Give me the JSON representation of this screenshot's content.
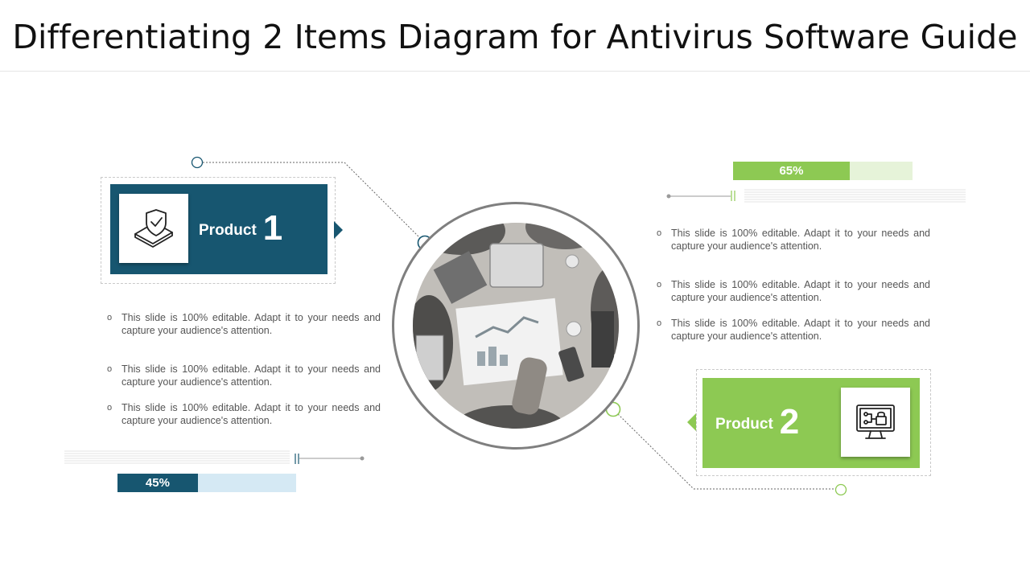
{
  "title": "Differentiating 2 Items Diagram for Antivirus Software Guide",
  "product1": {
    "label": "Product",
    "number": "1",
    "icon": "shield-device-icon",
    "color": "#175670",
    "progress": {
      "value": 45,
      "label": "45%"
    },
    "bullets": [
      "This slide is 100% editable. Adapt it to your needs and capture your audience's attention.",
      "This slide is 100% editable. Adapt it to your needs and capture your audience's attention.",
      "This slide is 100% editable. Adapt it to your needs and capture your audience's attention."
    ]
  },
  "product2": {
    "label": "Product",
    "number": "2",
    "icon": "monitor-lock-icon",
    "color": "#8dc953",
    "progress": {
      "value": 65,
      "label": "65%"
    },
    "bullets": [
      "This slide is 100% editable. Adapt it to your needs and capture your audience's attention.",
      "This slide is 100% editable. Adapt it to your needs and capture your audience's attention.",
      "This slide is 100% editable. Adapt it to your needs and capture your audience's attention."
    ]
  },
  "center_image": {
    "subject": "team-meeting-desk-photo"
  },
  "colors": {
    "track_blue": "#d5e9f4",
    "track_green": "#e6f3d9",
    "circle_stroke": "#7f7f7f"
  }
}
